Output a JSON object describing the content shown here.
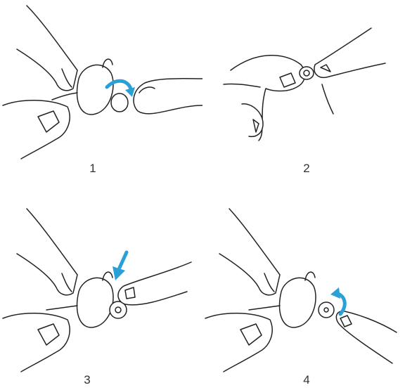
{
  "colors": {
    "arrow": "#2b9fd8",
    "line": "#222222",
    "background": "#ffffff"
  },
  "steps": [
    {
      "number": "1",
      "arrow_icon": "curved-arrow-icon"
    },
    {
      "number": "2",
      "arrow_icon": ""
    },
    {
      "number": "3",
      "arrow_icon": "down-arrow-icon"
    },
    {
      "number": "4",
      "arrow_icon": "curved-arrow-icon"
    }
  ]
}
